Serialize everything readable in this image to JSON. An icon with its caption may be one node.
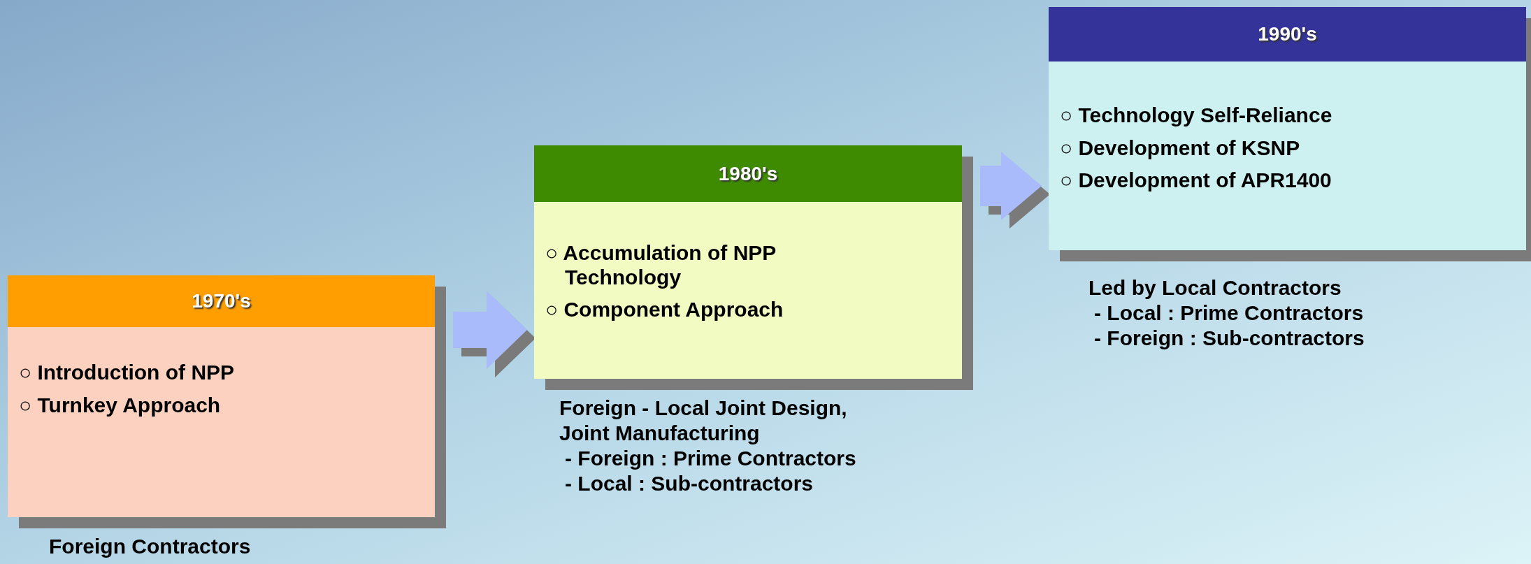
{
  "diagram": {
    "nodes": [
      {
        "text": [
          "1970's",
          "○ Introduction of  NPP",
          "○ Turnkey Approach"
        ],
        "beside": [
          "Foreign Contractors"
        ]
      },
      {
        "text": [
          "1980's",
          "○ Accumulation of NPP Technology",
          "○ Component Approach"
        ],
        "beside": [
          "Foreign - Local Joint Design, Joint Manufacturing",
          "- Foreign : Prime Contractors",
          "- Local : Sub-contractors"
        ]
      },
      {
        "text": [
          "1990's",
          "○ Technology Self-Reliance",
          "○ Development of KSNP",
          "○ Development of APR1400"
        ],
        "beside": [
          "Led by Local Contractors",
          "- Local : Prime Contractors",
          "- Foreign : Sub-contractors"
        ]
      }
    ],
    "edges": [
      {
        "from": 0,
        "to": 1,
        "arrow": "to"
      },
      {
        "from": 1,
        "to": 2,
        "arrow": "to"
      }
    ]
  }
}
